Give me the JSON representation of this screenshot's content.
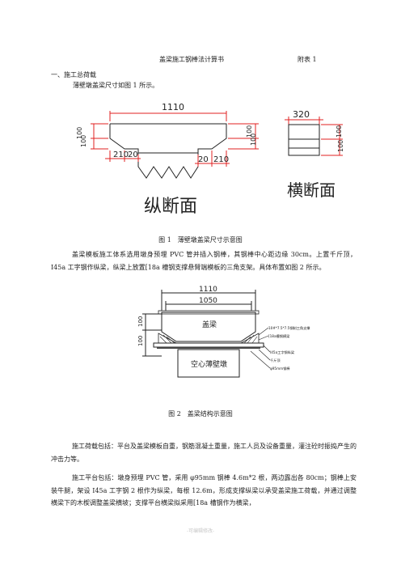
{
  "header": {
    "title": "盖梁施工钢棒法计算书",
    "attachment": "附表 1"
  },
  "section1": {
    "heading": "一、施工总荷载",
    "intro": "薄壁墩盖梁尺寸如图 1 所示。"
  },
  "figure1": {
    "left": {
      "top_width": "1110",
      "height_left": "100|100",
      "height_right": "100|100",
      "dims_left": [
        "210",
        "20"
      ],
      "dims_right": [
        "20",
        "210"
      ],
      "label": "纵断面"
    },
    "right": {
      "width": "320",
      "height": "100|100",
      "label": "横断面"
    },
    "caption": "图 1　薄壁墩盖梁尺寸示意图"
  },
  "para1": "盖梁模板施工体系选用墩身预埋 PVC 管并插入钢棒，其钢棒中心距边缘 30cm。上置千斤顶，I45a 工字钢作纵梁，纵梁上放置[18a 槽钢支撑悬臂端模板的三角支架。具体布置如图 2 所示。",
  "figure2": {
    "dim_outer": "1110",
    "dim_inner": "1050",
    "dim_left_vertical": "100|100",
    "cap_beam_label": "盖梁",
    "pier_label": "空心薄壁墩",
    "annotations": [
      "10#*7.5*7.5钢制三角支撑",
      "[18a槽钢横梁",
      "I45a工字钢纵梁",
      "千斤顶",
      "φ95mm钢棒"
    ],
    "caption": "图 2　盖梁结构示意图"
  },
  "para2": "施工荷载包括：平台及盖梁模板自重，钢筋混凝土重量，施工人员及设备重量，灌注砼时振捣产生的冲击力等。",
  "para3": "施工平台包括：墩身预埋 PVC 管，采用 φ95mm 钢棒 4.6m*2 根，两边露出各 80cm；钢棒上安装牛腿，架设 I45a 工字钢 2 根作为纵梁，每根 12.6m，形成支撑纵梁以承受盖梁施工荷载，并通过调整横梁下的木楔调整盖梁横坡；支撑平台横梁拟采用[18a 槽钢作为横梁，",
  "footer": "-可编辑修改-"
}
